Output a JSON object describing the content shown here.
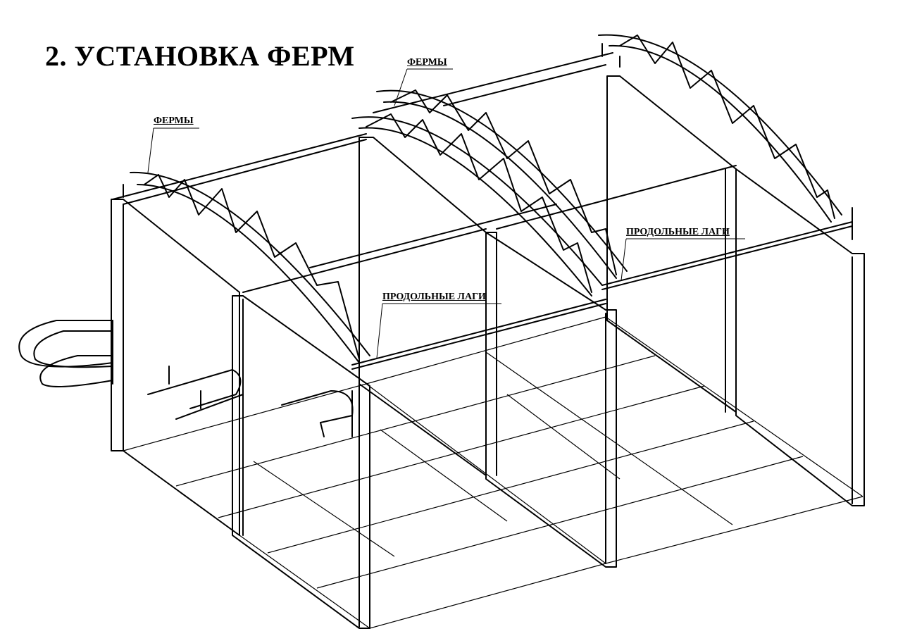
{
  "title": "2. УСТАНОВКА ФЕРМ",
  "labels": {
    "trusses_left": "ФЕРМЫ",
    "trusses_top": "ФЕРМЫ",
    "purlins_middle": "ПРОДОЛЬНЫЕ ЛАГИ",
    "purlins_right": "ПРОДОЛЬНЫЕ ЛАГИ"
  }
}
